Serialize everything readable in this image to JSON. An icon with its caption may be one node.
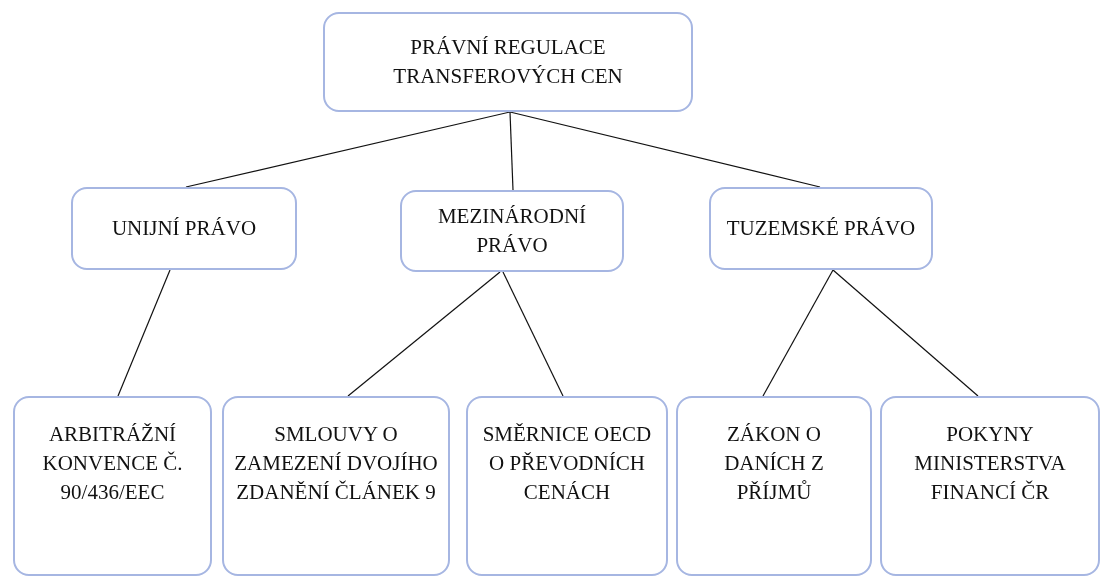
{
  "diagram": {
    "nodes": [
      {
        "text": [
          "PRÁVNÍ REGULACE TRANSFEROVÝCH CEN"
        ]
      },
      {
        "text": [
          "UNIJNÍ PRÁVO"
        ]
      },
      {
        "text": [
          "MEZINÁRODNÍ PRÁVO"
        ]
      },
      {
        "text": [
          "TUZEMSKÉ PRÁVO"
        ]
      },
      {
        "text": [
          "ARBITRÁŽNÍ KONVENCE Č. 90/436/EEC"
        ]
      },
      {
        "text": [
          "SMLOUVY O ZAMEZENÍ DVOJÍHO ZDANĚNÍ ČLÁNEK 9"
        ]
      },
      {
        "text": [
          "SMĚRNICE OECD O PŘEVODNÍCH CENÁCH"
        ]
      },
      {
        "text": [
          "ZÁKON O DANÍCH Z PŘÍJMŮ"
        ]
      },
      {
        "text": [
          "POKYNY MINISTERSTVA FINANCÍ ČR"
        ]
      }
    ],
    "edges": [
      {
        "from": 0,
        "to": 1,
        "arrow": "none"
      },
      {
        "from": 0,
        "to": 2,
        "arrow": "none"
      },
      {
        "from": 0,
        "to": 3,
        "arrow": "none"
      },
      {
        "from": 1,
        "to": 4,
        "arrow": "none"
      },
      {
        "from": 2,
        "to": 5,
        "arrow": "none"
      },
      {
        "from": 2,
        "to": 6,
        "arrow": "none"
      },
      {
        "from": 3,
        "to": 7,
        "arrow": "none"
      },
      {
        "from": 3,
        "to": 8,
        "arrow": "none"
      }
    ]
  }
}
